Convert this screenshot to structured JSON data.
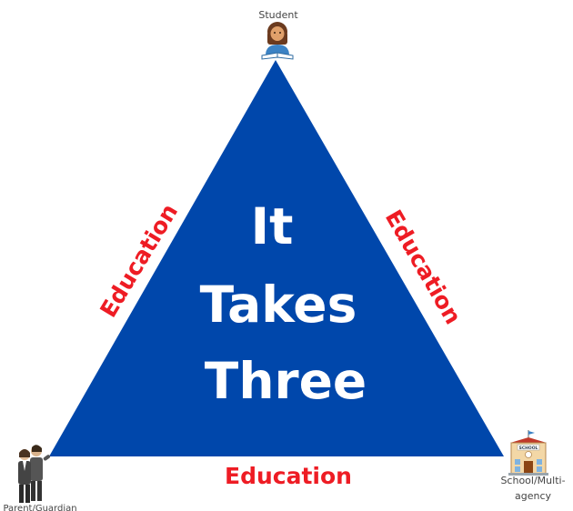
{
  "vertices": {
    "top": {
      "label": "Student",
      "icon": "student-reading-icon"
    },
    "bottom_left": {
      "label": "Parent/Guardian",
      "icon": "parents-icon"
    },
    "bottom_right": {
      "label_line1": "School/Multi-",
      "label_line2": "agency",
      "icon": "school-building-icon",
      "sign": "SCHOOL"
    }
  },
  "center": {
    "line1": "It",
    "line2": "Takes",
    "line3": "Three"
  },
  "edges": {
    "left": "Education",
    "right": "Education",
    "bottom": "Education"
  },
  "colors": {
    "triangle": "#0047AB",
    "edge_text": "#EE1C24",
    "center_text": "#FFFFFF"
  }
}
